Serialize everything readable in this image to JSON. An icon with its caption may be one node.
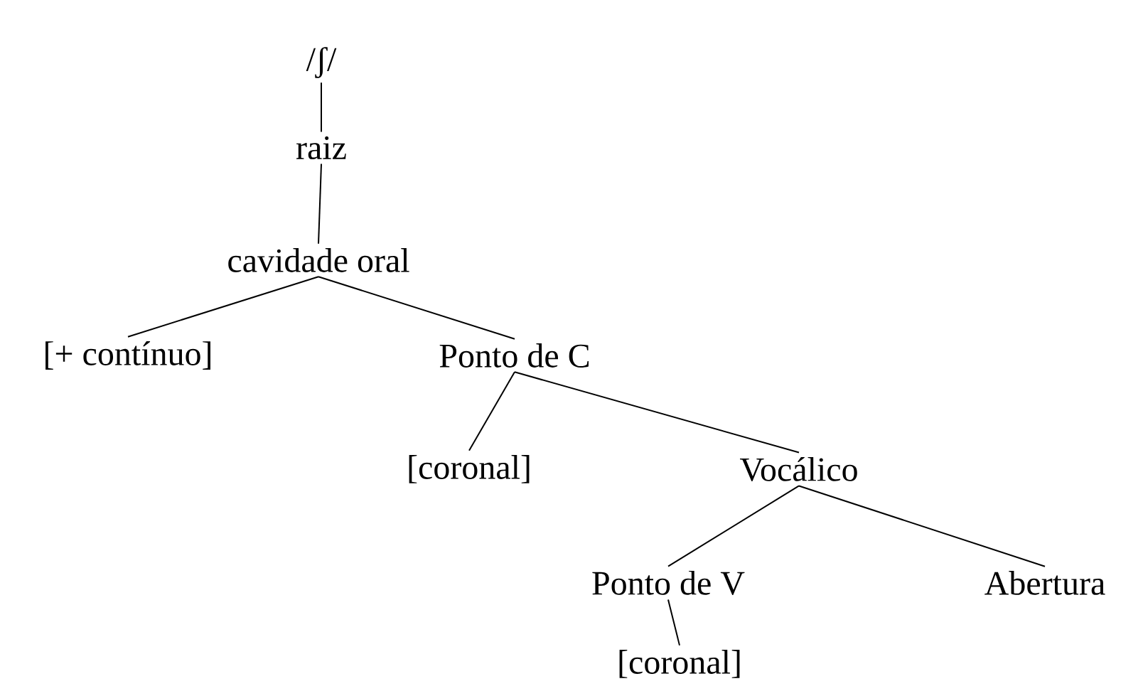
{
  "diagram": {
    "nodes": [
      {
        "text": [
          "/ʃ/"
        ]
      },
      {
        "text": [
          "raiz"
        ]
      },
      {
        "text": [
          "cavidade oral"
        ]
      },
      {
        "text": [
          "[+ contínuo]"
        ]
      },
      {
        "text": [
          "Ponto de C"
        ]
      },
      {
        "text": [
          "[coronal]"
        ]
      },
      {
        "text": [
          "Vocálico"
        ]
      },
      {
        "text": [
          "Ponto de V"
        ]
      },
      {
        "text": [
          "Abertura"
        ]
      },
      {
        "text": [
          "[coronal]"
        ]
      }
    ],
    "edges": [
      {
        "from": 0,
        "to": 1,
        "arrow": "none"
      },
      {
        "from": 1,
        "to": 2,
        "arrow": "none"
      },
      {
        "from": 2,
        "to": 3,
        "arrow": "none"
      },
      {
        "from": 2,
        "to": 4,
        "arrow": "none"
      },
      {
        "from": 4,
        "to": 5,
        "arrow": "none"
      },
      {
        "from": 4,
        "to": 6,
        "arrow": "none"
      },
      {
        "from": 6,
        "to": 7,
        "arrow": "none"
      },
      {
        "from": 6,
        "to": 8,
        "arrow": "none"
      },
      {
        "from": 7,
        "to": 9,
        "arrow": "none"
      }
    ]
  }
}
